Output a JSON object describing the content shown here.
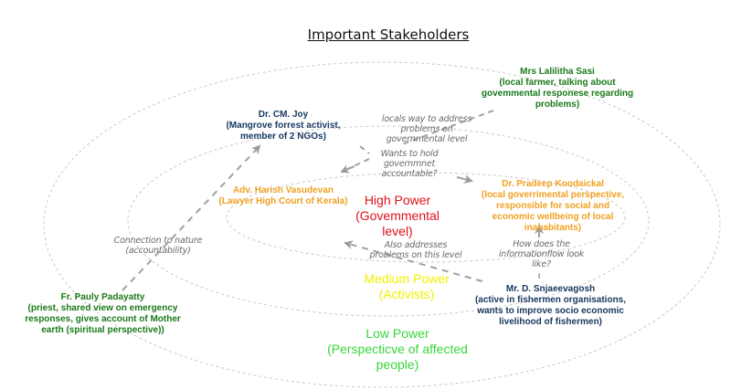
{
  "title": "Important Stakeholders",
  "colors": {
    "high_power": "#e0101a",
    "medium_power": "#f2f000",
    "low_power": "#39d639",
    "stakeholder_green": "#1a7a1a",
    "stakeholder_navy": "#16375f",
    "stakeholder_orange": "#f0a020",
    "edge_label": "#6a6a6a",
    "ring_stroke": "#c8c8c8",
    "arrow_stroke": "#a0a0a0"
  },
  "levels": {
    "high": {
      "line1": "High Power",
      "line2": "(Govemmental",
      "line3": "level)"
    },
    "medium": {
      "line1": "Medium Power",
      "line2": "(Activists)"
    },
    "low": {
      "line1": "Low Power",
      "line2": "(Perspecticve of affected",
      "line3": "people)"
    }
  },
  "stakeholders": {
    "lalilitha": {
      "name": "Mrs Lalilitha Sasi",
      "desc1": "(local farmer, talking about",
      "desc2": "govemmental responese regarding",
      "desc3": "problems)"
    },
    "joy": {
      "name": "Dr. CM. Joy",
      "desc1": "(Mangrove forrest activist,",
      "desc2": "member of 2 NGOs)"
    },
    "harish": {
      "name": "Adv. Harish Vasudevan",
      "desc1": "(Lawyer High Court of Kerala)"
    },
    "pradeep": {
      "name": "Dr. Pradeep Koodaickal",
      "desc1": "(local goverrimental perspective,",
      "desc2": "responsible for social and",
      "desc3": "economic wellbeing of local",
      "desc4": "inahabitants)"
    },
    "snjaeevagosh": {
      "name": "Mr. D. Snjaeevagosh",
      "desc1": "(active in fishermen organisations,",
      "desc2": "wants to improve socio economic",
      "desc3": "livelihood of fishermen)"
    },
    "pauly": {
      "name": "Fr. Pauly Padayatty",
      "desc1": "(priest, shared view on emergency",
      "desc2": "responses, gives account of Mother",
      "desc3": "earth (spiritual perspective))"
    }
  },
  "edge_labels": {
    "locals_way": {
      "line1": "locals way to address",
      "line2": "problems on",
      "line3": "governmental level"
    },
    "wants_to_hold": {
      "line1": "Wants to hold",
      "line2": "governmnet",
      "line3": "accountable?"
    },
    "connection_nature": {
      "line1": "Connection to nature",
      "line2": "(accountability)"
    },
    "also_addresses": {
      "line1": "Also addresses",
      "line2": "problems on this level"
    },
    "information_flow": {
      "line1": "How does the",
      "line2": "informationflow look",
      "line3": "like?"
    }
  }
}
